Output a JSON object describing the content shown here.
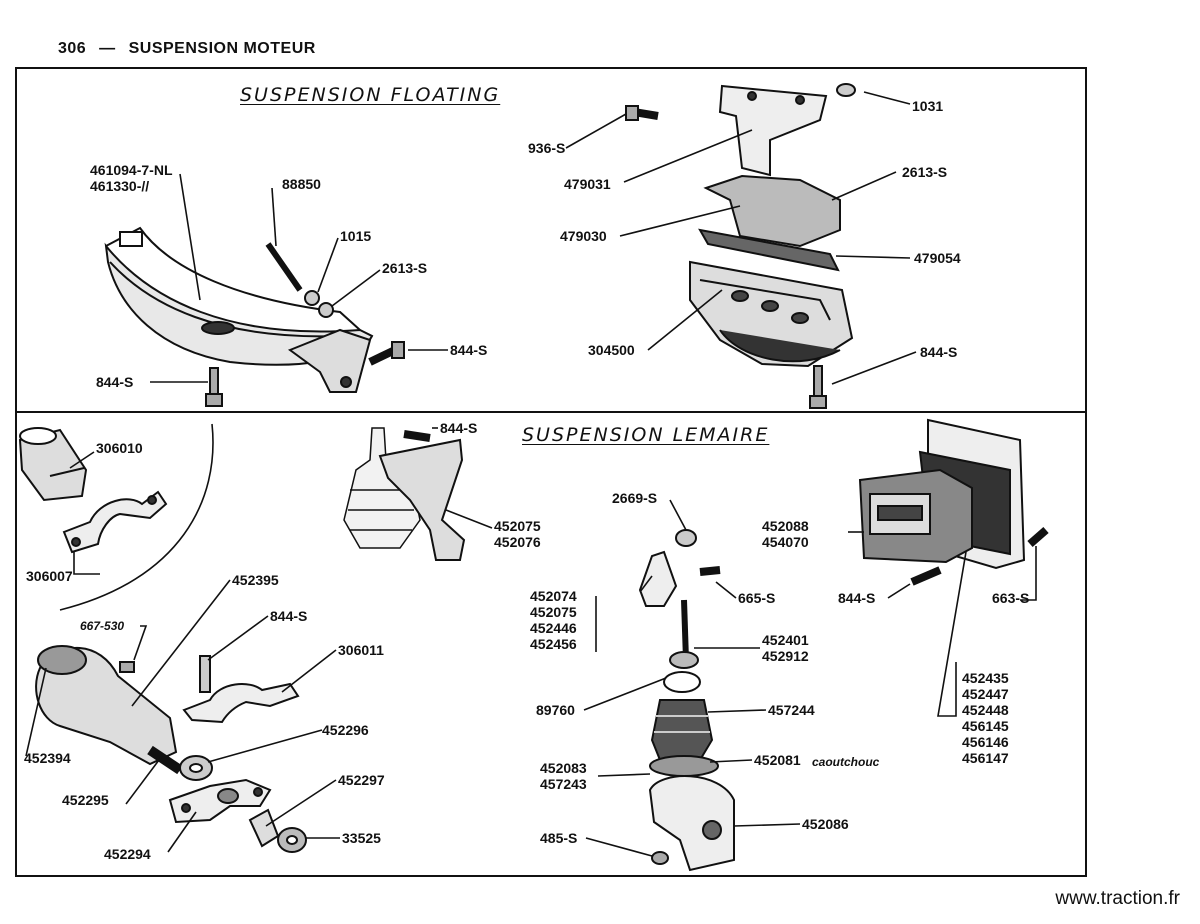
{
  "header": {
    "page_number": "306",
    "dash": "—",
    "title": "SUSPENSION MOTEUR"
  },
  "sections": {
    "floating": {
      "title": "SUSPENSION FLOATING"
    },
    "lemaire": {
      "title": "SUSPENSION LEMAIRE"
    }
  },
  "labels": {
    "p461094": "461094-7-NL",
    "p461330": "461330-//",
    "p88850": "88850",
    "p1015": "1015",
    "p2613a": "2613-S",
    "p844a": "844-S",
    "p844b": "844-S",
    "p936": "936-S",
    "p479031": "479031",
    "p479030": "479030",
    "p1031": "1031",
    "p2613b": "2613-S",
    "p479054": "479054",
    "p304500": "304500",
    "p844c": "844-S",
    "p306010": "306010",
    "p306007": "306007",
    "p844d": "844-S",
    "p452075a": "452075",
    "p452076": "452076",
    "p452395": "452395",
    "p667": "667-530",
    "p844e": "844-S",
    "p306011": "306011",
    "p452394": "452394",
    "p452296": "452296",
    "p452295": "452295",
    "p452297": "452297",
    "p452294": "452294",
    "p33525": "33525",
    "p2669": "2669-S",
    "p665": "665-S",
    "p452401": "452401",
    "p452912": "452912",
    "p89760": "89760",
    "p457244": "457244",
    "p452083": "452083",
    "p457243": "457243",
    "p452081": "452081",
    "p_caoutchouc": "caoutchouc",
    "p485": "485-S",
    "p452086": "452086",
    "p452088": "452088",
    "p454070": "454070",
    "p844f": "844-S",
    "p663": "663-S"
  },
  "stacks": {
    "group_a": [
      "452074",
      "452075",
      "452446",
      "452456"
    ],
    "group_b": [
      "452435",
      "452447",
      "452448",
      "456145",
      "456146",
      "456147"
    ]
  },
  "footer": {
    "url": "www.traction.fr"
  }
}
